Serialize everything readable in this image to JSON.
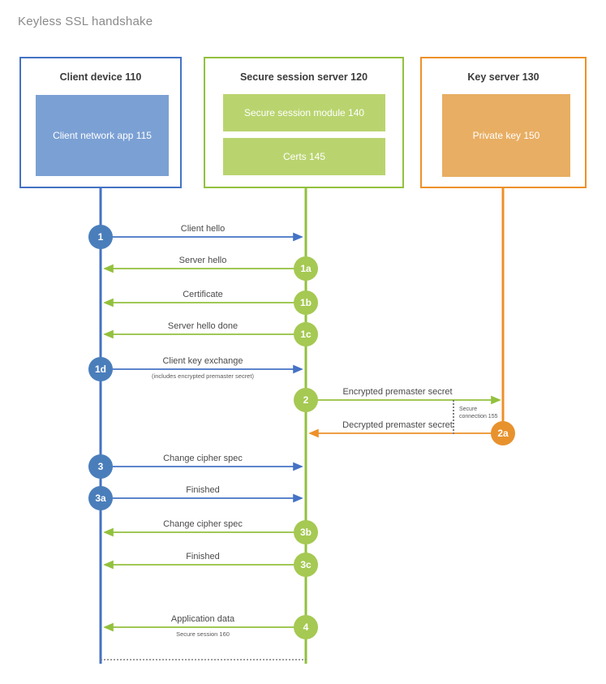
{
  "title": "Keyless SSL handshake",
  "colors": {
    "client_border": "#4472C4",
    "client_fill": "#7BA0D4",
    "server_border": "#92C13D",
    "server_fill": "#B9D46F",
    "key_border": "#ED9128",
    "key_fill": "#E8AE63",
    "blue_badge": "#4A7EBB",
    "green_badge": "#A5C952",
    "orange_badge": "#E8922E",
    "dotted_gray": "#7f7f7f",
    "label_text": "#4a4a4a",
    "title_text": "#8a8a8a"
  },
  "nodes": [
    {
      "id": "client",
      "title": "Client device 110",
      "blocks": [
        "Client network app 115"
      ]
    },
    {
      "id": "server",
      "title": "Secure session server 120",
      "blocks": [
        "Secure session module 140",
        "Certs 145"
      ]
    },
    {
      "id": "keyserver",
      "title": "Key server 130",
      "blocks": [
        "Private key 150"
      ]
    }
  ],
  "annotations": {
    "secure_connection": "Secure connection 155",
    "secure_session": "Secure session 160"
  },
  "messages": [
    {
      "badge": "1",
      "label": "Client hello",
      "sub": "",
      "color": "blue"
    },
    {
      "badge": "1a",
      "label": "Server hello",
      "sub": "",
      "color": "green"
    },
    {
      "badge": "1b",
      "label": "Certificate",
      "sub": "",
      "color": "green"
    },
    {
      "badge": "1c",
      "label": "Server hello done",
      "sub": "",
      "color": "green"
    },
    {
      "badge": "1d",
      "label": "Client key exchange",
      "sub": "(includes encrypted premaster secret)",
      "color": "blue"
    },
    {
      "badge": "2",
      "label": "Encrypted premaster secret",
      "sub": "",
      "color": "green"
    },
    {
      "badge": "2a",
      "label": "Decrypted premaster secret",
      "sub": "",
      "color": "orange"
    },
    {
      "badge": "3",
      "label": "Change cipher spec",
      "sub": "",
      "color": "blue"
    },
    {
      "badge": "3a",
      "label": "Finished",
      "sub": "",
      "color": "blue"
    },
    {
      "badge": "3b",
      "label": "Change cipher spec",
      "sub": "",
      "color": "green"
    },
    {
      "badge": "3c",
      "label": "Finished",
      "sub": "",
      "color": "green"
    },
    {
      "badge": "4",
      "label": "Application data",
      "sub": "Secure session 160",
      "color": "green"
    }
  ]
}
